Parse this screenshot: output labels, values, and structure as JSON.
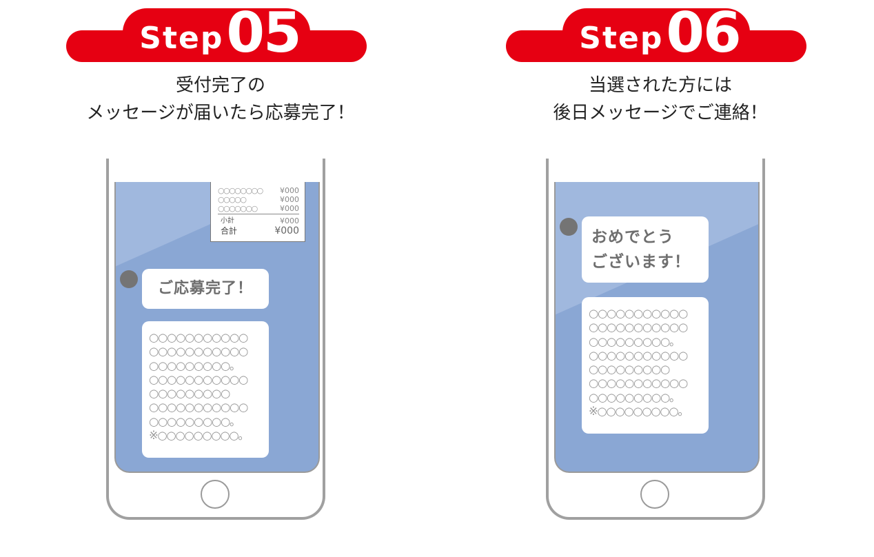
{
  "steps": [
    {
      "badge": {
        "word": "Step",
        "number": "05"
      },
      "caption": {
        "line1": "受付完了の",
        "line2": "メッセージが届いたら応募完了！"
      },
      "phone": {
        "receipt": {
          "items": [
            {
              "name": "○○○○○○○○",
              "price": "¥000"
            },
            {
              "name": "○○○○○",
              "price": "¥000"
            },
            {
              "name": "○○○○○○○",
              "price": "¥000"
            }
          ],
          "subtotal_label": "小計",
          "subtotal_value": "¥000",
          "total_label": "合計",
          "total_value": "¥000"
        },
        "bubble_text": "ご応募完了！",
        "message_lines": [
          "○○○○○○○○○○○",
          "○○○○○○○○○○○",
          "○○○○○○○○○。",
          "○○○○○○○○○○○",
          "○○○○○○○○○",
          "○○○○○○○○○○○",
          "○○○○○○○○○。",
          "※○○○○○○○○○。"
        ]
      }
    },
    {
      "badge": {
        "word": "Step",
        "number": "06"
      },
      "caption": {
        "line1": "当選された方には",
        "line2": "後日メッセージでご連絡！"
      },
      "phone": {
        "bubble_line1": "おめでとう",
        "bubble_line2": "ございます！",
        "message_lines": [
          "○○○○○○○○○○○",
          "○○○○○○○○○○○",
          "○○○○○○○○○。",
          "○○○○○○○○○○○",
          "○○○○○○○○○",
          "○○○○○○○○○○○",
          "○○○○○○○○○。",
          "※○○○○○○○○○。"
        ]
      }
    }
  ],
  "colors": {
    "badge_red": "#e60012",
    "screen_blue": "#8aa7d4",
    "screen_blue_light": "#a0b8de",
    "phone_frame": "#a0a0a0",
    "bubble_text": "#6e6e6e",
    "avatar": "#747474"
  }
}
